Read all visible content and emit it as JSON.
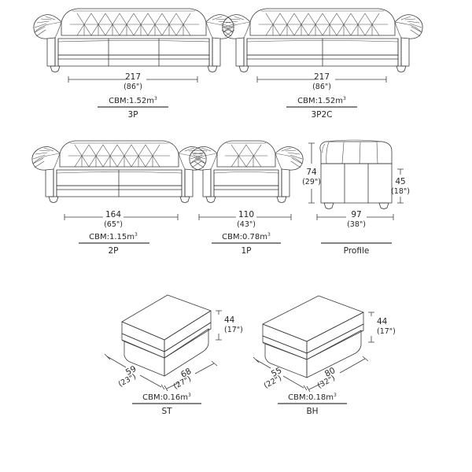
{
  "sheet": {
    "title": "Chesterfield sofa dimension specification sheet",
    "line_color": "#3a3a3a",
    "text_color": "#262626",
    "background": "#ffffff",
    "unit_primary": "cm",
    "unit_secondary": "inch",
    "cbm_prefix": "CBM:",
    "cbm_unit": "m",
    "cbm_exponent": "3"
  },
  "items": [
    {
      "key": "3p",
      "name": "3P",
      "type": "sofa-front",
      "seats": 3,
      "width_cm": "217",
      "width_in": "(86\")",
      "cbm": "CBM:1.52m",
      "cbm_value": "1.52"
    },
    {
      "key": "3p2c",
      "name": "3P2C",
      "type": "sofa-front",
      "seats": 2,
      "width_cm": "217",
      "width_in": "(86\")",
      "cbm": "CBM:1.52m",
      "cbm_value": "1.52"
    },
    {
      "key": "2p",
      "name": "2P",
      "type": "sofa-front",
      "seats": 2,
      "width_cm": "164",
      "width_in": "(65\")",
      "cbm": "CBM:1.15m",
      "cbm_value": "1.15"
    },
    {
      "key": "1p",
      "name": "1P",
      "type": "sofa-front",
      "seats": 1,
      "width_cm": "110",
      "width_in": "(43\")",
      "cbm": "CBM:0.78m",
      "cbm_value": "0.78"
    },
    {
      "key": "profile",
      "name": "Profile",
      "type": "sofa-side",
      "depth_cm": "97",
      "depth_in": "(38\")",
      "height_cm": "74",
      "height_in": "(29\")",
      "seat_height_cm": "45",
      "seat_height_in": "(18\")"
    },
    {
      "key": "st",
      "name": "ST",
      "type": "ottoman-iso",
      "width_cm": "68",
      "width_in": "(27\")",
      "depth_cm": "59",
      "depth_in": "(23\")",
      "height_cm": "44",
      "height_in": "(17\")",
      "cbm": "CBM:0.16m",
      "cbm_value": "0.16"
    },
    {
      "key": "bh",
      "name": "BH",
      "type": "ottoman-iso",
      "width_cm": "80",
      "width_in": "(32\")",
      "depth_cm": "55",
      "depth_in": "(22\")",
      "height_cm": "44",
      "height_in": "(17\")",
      "cbm": "CBM:0.18m",
      "cbm_value": "0.18"
    }
  ]
}
